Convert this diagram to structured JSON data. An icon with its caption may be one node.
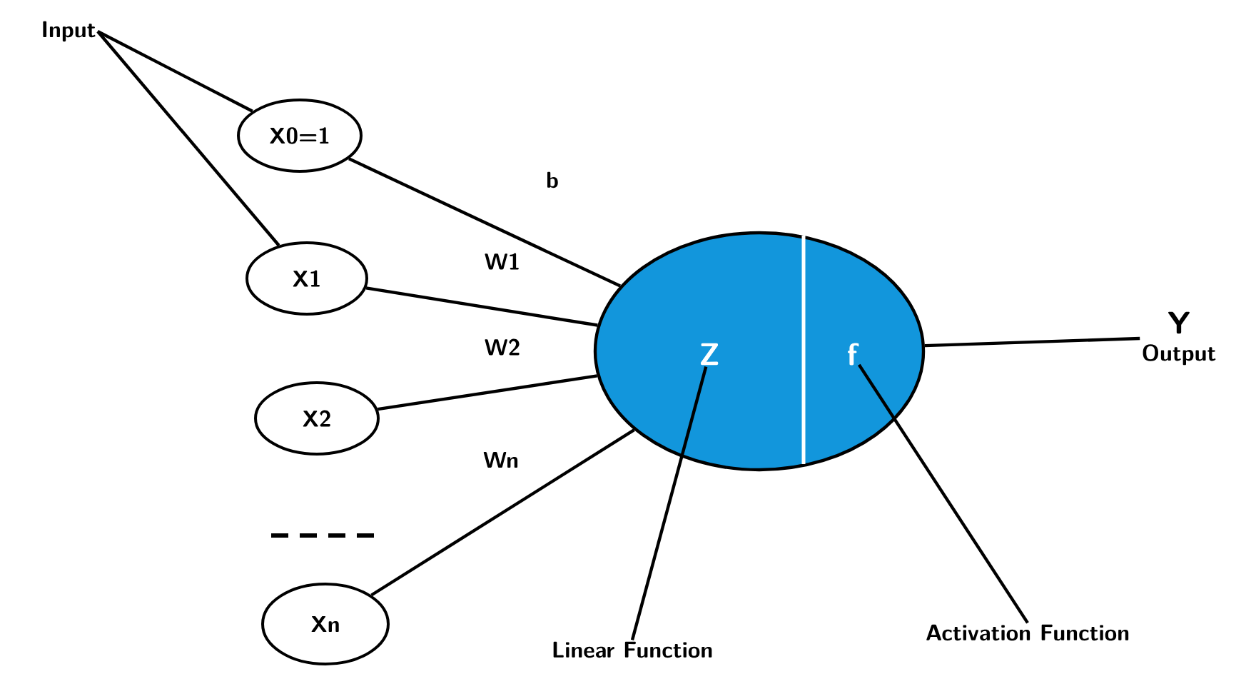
{
  "diagram": {
    "nodes": [
      {
        "text": [
          "Input"
        ]
      },
      {
        "text": [
          "X0=1"
        ]
      },
      {
        "text": [
          "X1"
        ]
      },
      {
        "text": [
          "X2"
        ]
      },
      {
        "text": [
          "Xn"
        ]
      },
      {
        "text": [],
        "shape": "ellipse"
      },
      {
        "text": [
          "Z"
        ],
        "in": 5
      },
      {
        "text": [
          "f"
        ],
        "in": 5
      },
      {
        "text": [
          "Y",
          "Output"
        ]
      },
      {
        "text": [
          "Linear Function"
        ]
      },
      {
        "text": [
          "Activation Function"
        ]
      }
    ],
    "edges": [
      {
        "from": 0,
        "to": 1,
        "arrow": "none"
      },
      {
        "from": 0,
        "to": 2,
        "arrow": "none"
      },
      {
        "from": 1,
        "to": 5,
        "arrow": "none",
        "label": "b"
      },
      {
        "from": 2,
        "to": 5,
        "arrow": "none",
        "label": "W1"
      },
      {
        "from": 3,
        "to": 5,
        "arrow": "none",
        "label": "W2"
      },
      {
        "from": 4,
        "to": 5,
        "arrow": "none",
        "label": "Wn"
      },
      {
        "from": 5,
        "to": 8,
        "arrow": "none"
      },
      {
        "from": 9,
        "to": 6,
        "arrow": "none"
      },
      {
        "from": 10,
        "to": 7,
        "arrow": "none"
      }
    ]
  }
}
